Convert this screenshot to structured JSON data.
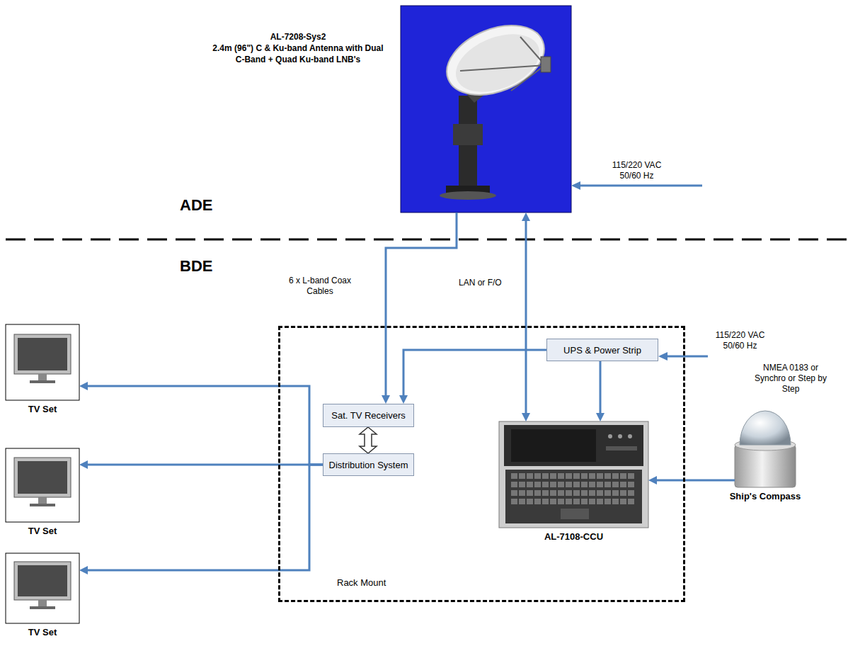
{
  "diagram": {
    "nodes": [
      {
        "text": [
          "AL-7208-Sys2",
          "2.4m (96\") C & Ku-band Antenna with Dual C-Band + Quad Ku-band LNB's"
        ]
      },
      {
        "text": [
          "Rack Mount"
        ]
      },
      {
        "text": [
          "Sat. TV Receivers"
        ],
        "in": 1
      },
      {
        "text": [
          "UPS & Power Strip"
        ],
        "in": 1
      },
      {
        "text": [
          "Distribution System"
        ],
        "in": 1
      },
      {
        "text": [
          "AL-7108-CCU"
        ],
        "in": 1
      },
      {
        "text": [
          "TV Set"
        ]
      },
      {
        "text": [
          "TV Set"
        ]
      },
      {
        "text": [
          "TV Set"
        ]
      },
      {
        "text": [
          "Ship's Compass"
        ]
      }
    ],
    "edges": [
      {
        "from": 0,
        "to": 2,
        "arrow": "to",
        "label": "6 x L-band Coax Cables"
      },
      {
        "from": 0,
        "to": 5,
        "arrow": "both",
        "label": "LAN or F/O"
      },
      {
        "from": 3,
        "to": 2,
        "arrow": "to"
      },
      {
        "from": 3,
        "to": 5,
        "arrow": "to"
      },
      {
        "from": 2,
        "to": 4,
        "arrow": "both"
      },
      {
        "from": 4,
        "to": 6,
        "arrow": "to"
      },
      {
        "from": 4,
        "to": 7,
        "arrow": "to"
      },
      {
        "from": 4,
        "to": 8,
        "arrow": "to"
      },
      {
        "from": 9,
        "to": 5,
        "arrow": "to"
      }
    ],
    "labels": [
      "ADE",
      "BDE",
      "115/220 VAC 50/60 Hz",
      "115/220 VAC 50/60 Hz",
      "NMEA 0183 or Synchro or Step by Step"
    ]
  }
}
